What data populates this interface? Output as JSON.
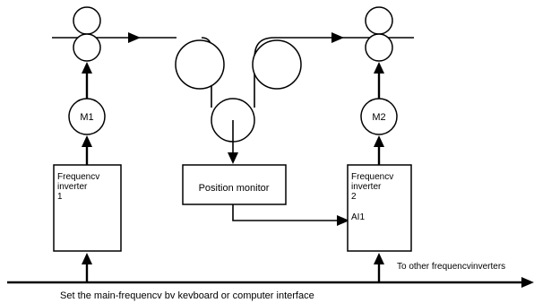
{
  "motors": {
    "left": "M1",
    "right": "M2"
  },
  "inverters": {
    "left": [
      "Frequencv",
      "inverter",
      "1"
    ],
    "right": [
      "Frequencv",
      "inverter",
      "2",
      "AI1"
    ]
  },
  "position_monitor": "Position monitor",
  "bus": {
    "other_label": "To other frequencvinverters",
    "main_label": "Set the main-frequencv bv kevboard or computer interface"
  }
}
